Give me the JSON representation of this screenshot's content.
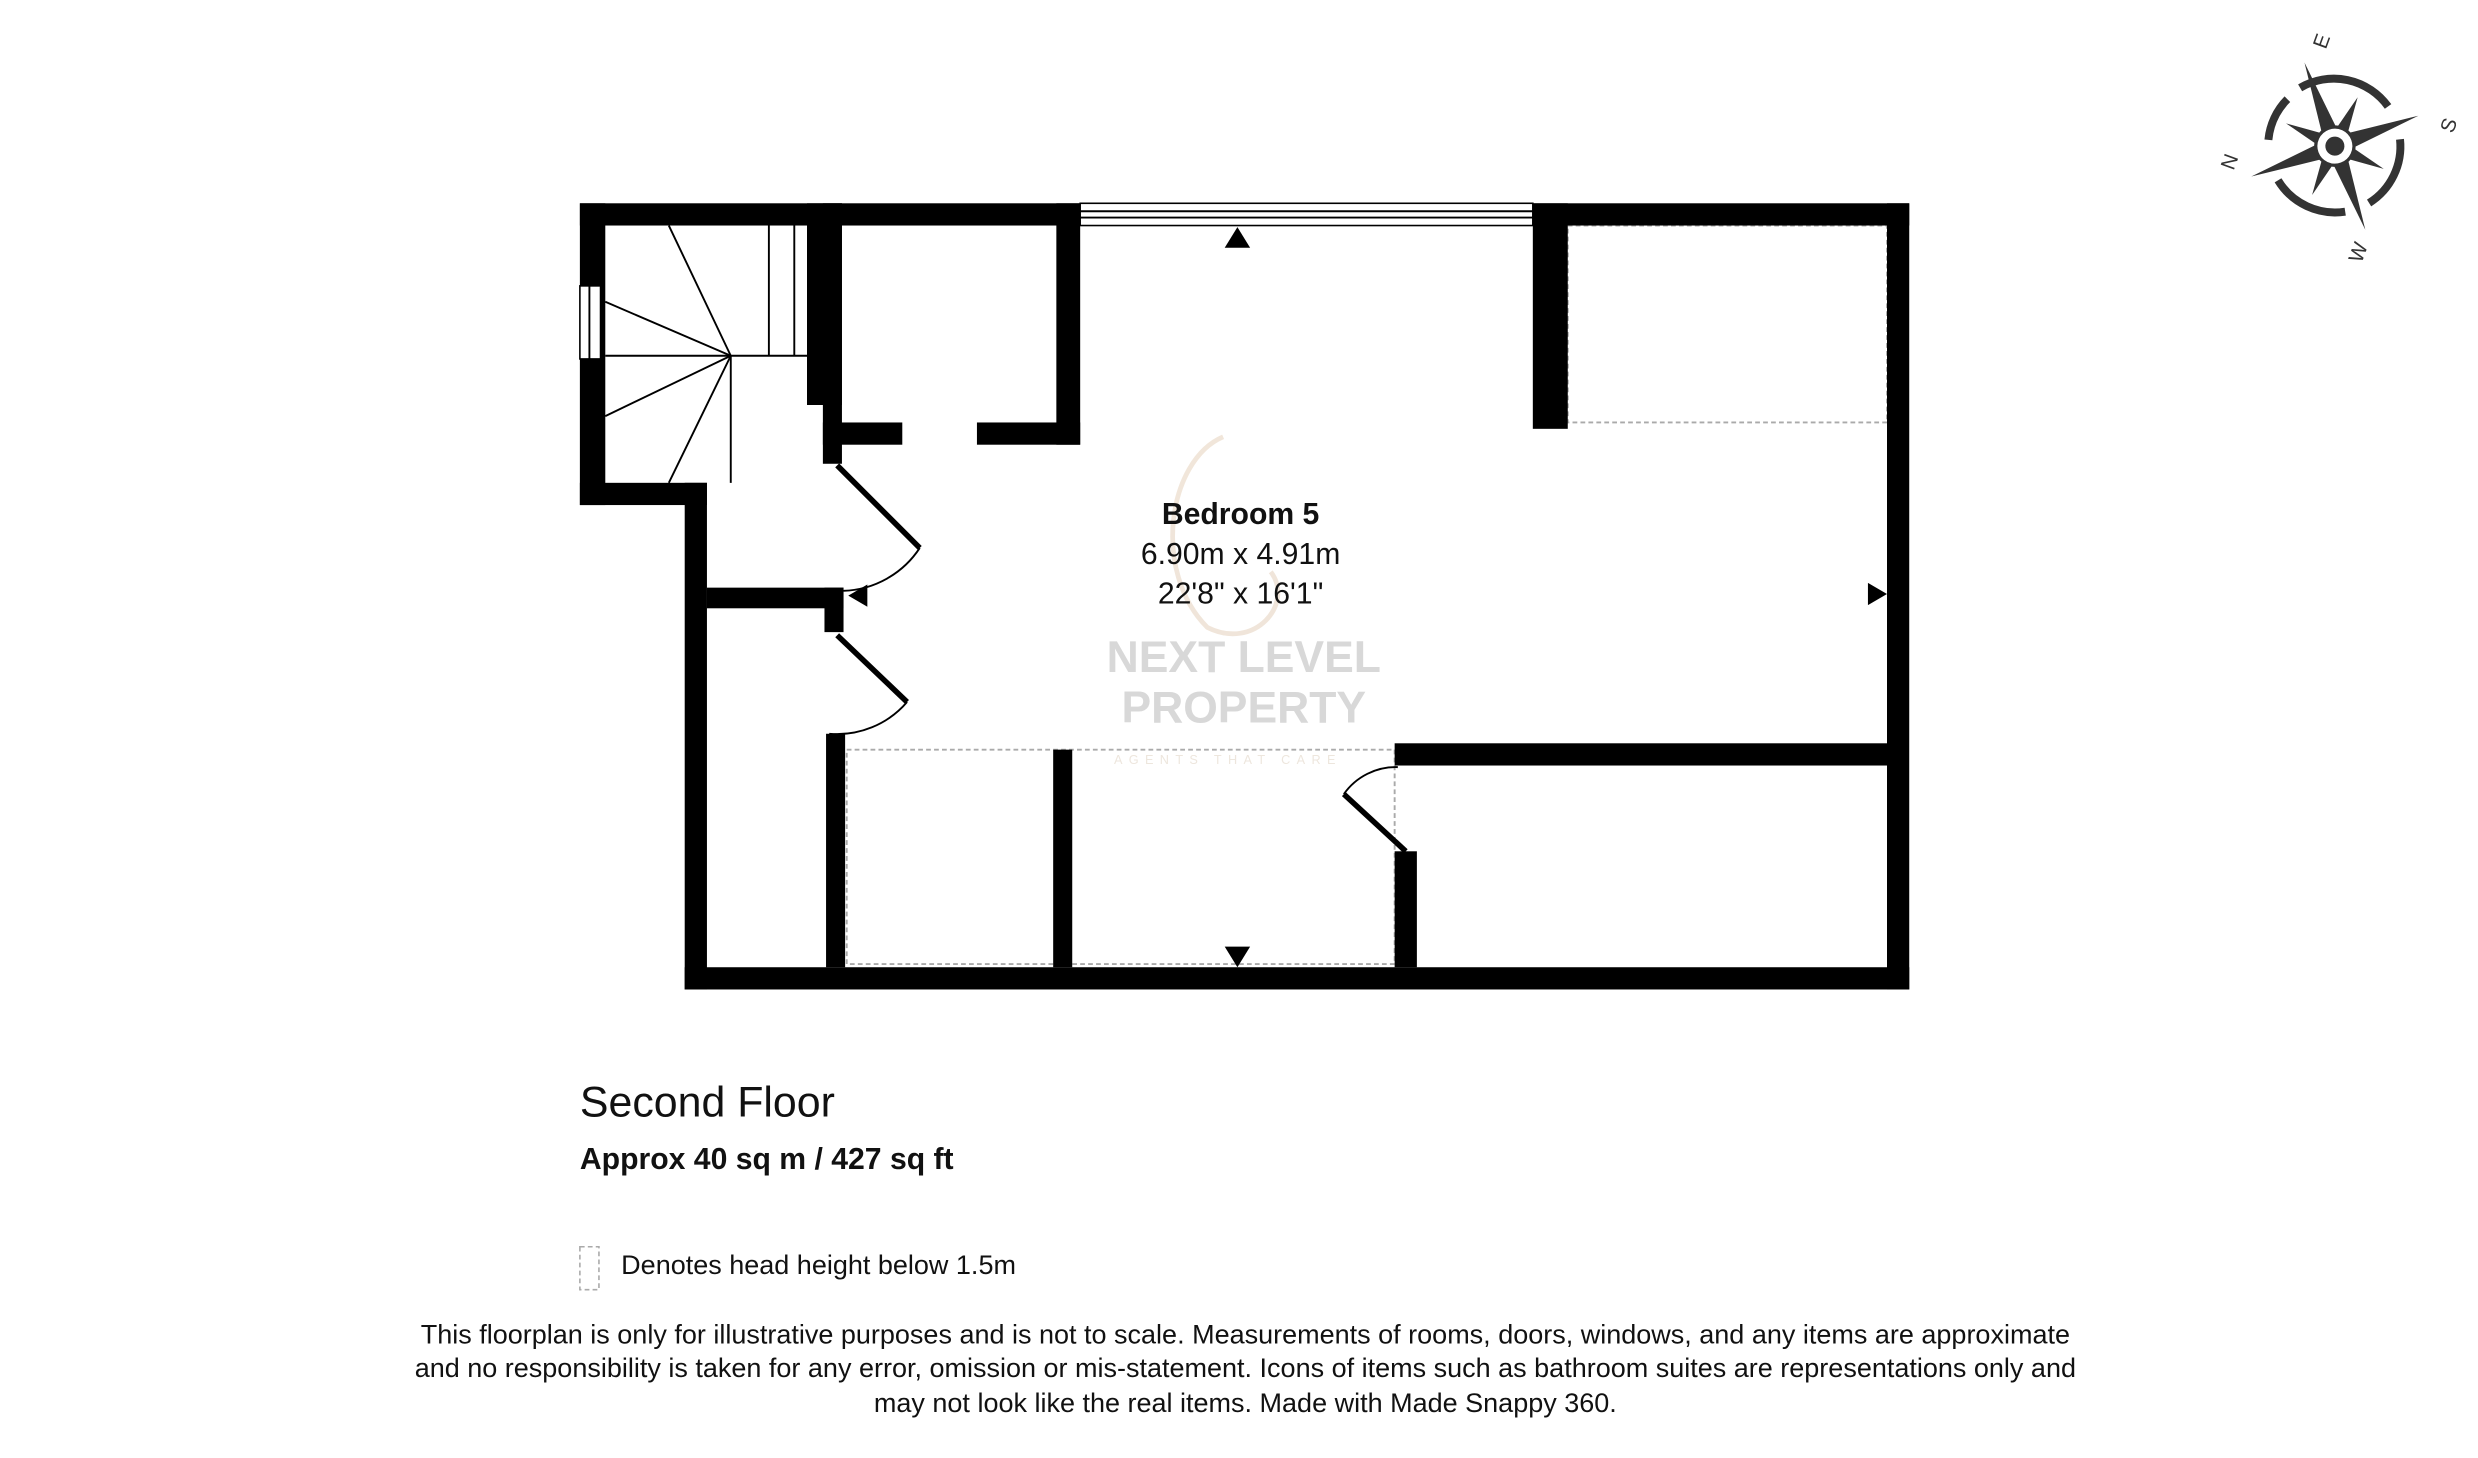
{
  "floor": {
    "title": "Second Floor",
    "area": "Approx 40 sq m / 427 sq ft"
  },
  "room": {
    "name": "Bedroom 5",
    "metric": "6.90m x 4.91m",
    "imperial": "22'8\" x 16'1\""
  },
  "watermark": {
    "line1": "NEXT LEVEL",
    "line2": "PROPERTY",
    "tagline": "AGENTS THAT CARE"
  },
  "compass": {
    "n": "N",
    "e": "E",
    "s": "S",
    "w": "W"
  },
  "legend": {
    "text": "Denotes head height below 1.5m"
  },
  "disclaimer": {
    "line1": "This floorplan is only for illustrative purposes and is not to scale. Measurements of rooms, doors, windows, and any items are approximate",
    "line2": "and no responsibility is taken for any error, omission or mis-statement. Icons of items such as bathroom suites are representations only and",
    "line3": "may not look like the real items. Made with Made Snappy 360."
  }
}
